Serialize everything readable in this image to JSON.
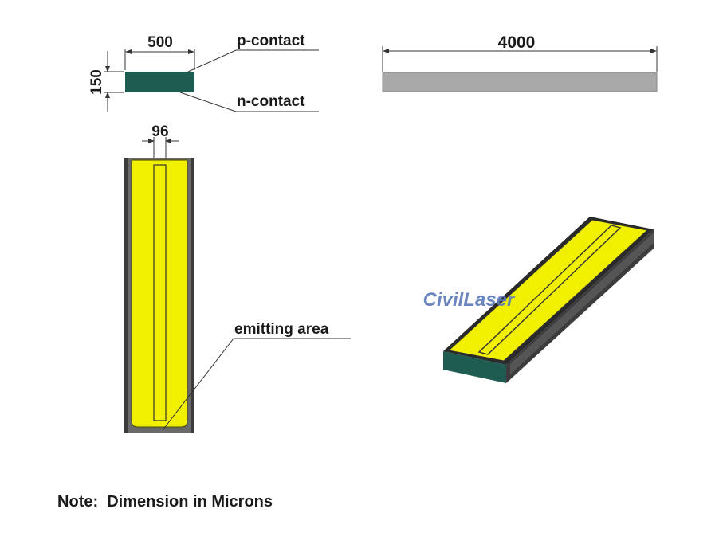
{
  "labels": {
    "width_top": "500",
    "height_side": "150",
    "p_contact": "p-contact",
    "n_contact": "n-contact",
    "length": "4000",
    "stripe_width": "96",
    "emitting_area": "emitting area",
    "watermark": "CivilLaser",
    "note": "Note:  Dimension in Microns"
  },
  "colors": {
    "chip_teal": "#1e5c52",
    "contact_yellow": "#f0f000",
    "side_gray": "#a8a8a8",
    "body_dark": "#3c3c3c",
    "watermark": "#5b78b8"
  }
}
